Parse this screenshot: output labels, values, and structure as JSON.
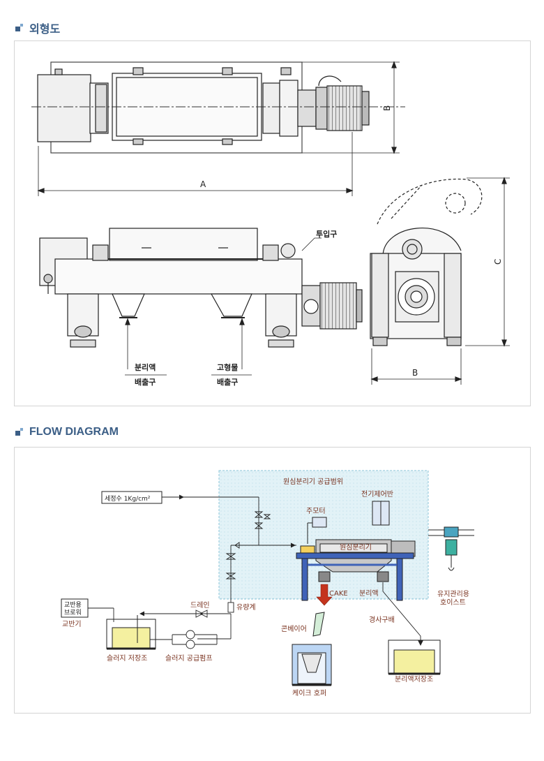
{
  "sections": {
    "outline": {
      "title": "외형도"
    },
    "flow": {
      "title": "FLOW DIAGRAM"
    }
  },
  "outline_labels": {
    "dim_a": "A",
    "dim_b_top": "B",
    "dim_b_side": "B",
    "dim_c": "C",
    "inlet": "투입구",
    "sep_liquid_outlet_line1": "분리액",
    "sep_liquid_outlet_line2": "배출구",
    "solid_outlet_line1": "고형물",
    "solid_outlet_line2": "배출구"
  },
  "flow_labels": {
    "supply_scope": "원심분리기 공급범위",
    "wash_water": "세정수 1Kg/cm²",
    "electrical_panel": "전기제어반",
    "main_motor": "주모터",
    "centrifuge": "원심분리기",
    "hoist_line1": "유지관리용",
    "hoist_line2": "호이스트",
    "cake": "CAKE",
    "separated_liquid": "분리액",
    "drain": "드레인",
    "flowmeter": "유량계",
    "agitator_box_line1": "교반용",
    "agitator_box_line2": "브로워",
    "agitator": "교반기",
    "conveyor": "콘베이어",
    "slope_pipe": "경사구배",
    "sludge_tank": "슬러지 저장조",
    "sludge_pump": "슬러지 공급펌프",
    "cake_hopper": "케이크 호퍼",
    "separated_liquid_tank": "분리액저장조"
  }
}
